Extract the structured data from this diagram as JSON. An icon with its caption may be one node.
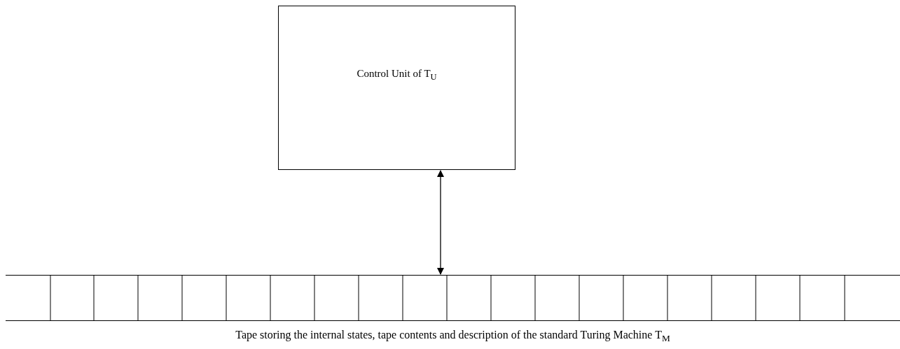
{
  "diagram": {
    "nodes": [
      {
        "text": [
          "Control Unit of T$_{U}$"
        ]
      },
      {
        "text": [],
        "shape": "bar",
        "beside": [
          "Tape storing the internal states, tape contents and description of the standard Turing Machine T$_{M}$"
        ]
      }
    ],
    "edges": [
      {
        "from": 0,
        "to": 1,
        "arrow": "both"
      }
    ]
  }
}
